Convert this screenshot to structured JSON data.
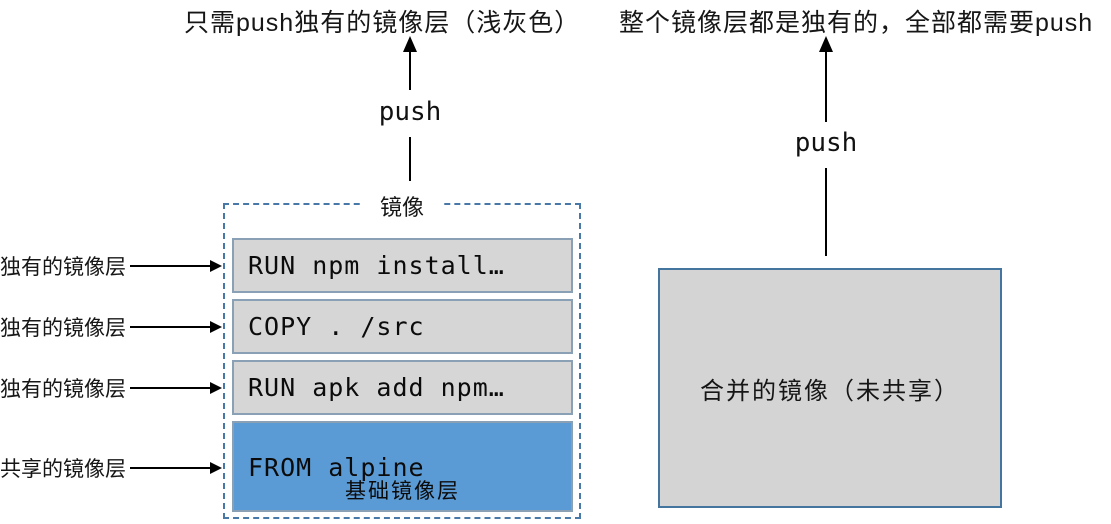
{
  "captions": {
    "left": "只需push独有的镜像层（浅灰色）",
    "right": "整个镜像层都是独有的，全部都需要push"
  },
  "push": {
    "left_label": "push",
    "right_label": "push"
  },
  "image_box": {
    "title": "镜像",
    "layers": [
      {
        "code": "RUN npm install…",
        "type": "unique"
      },
      {
        "code": "COPY . /src",
        "type": "unique"
      },
      {
        "code": "RUN apk add npm…",
        "type": "unique"
      },
      {
        "code": "FROM alpine",
        "sub_label": "基础镜像层",
        "type": "shared"
      }
    ]
  },
  "left_labels": [
    {
      "text": "独有的镜像层"
    },
    {
      "text": "独有的镜像层"
    },
    {
      "text": "独有的镜像层"
    },
    {
      "text": "共享的镜像层"
    }
  ],
  "merged_box": {
    "label": "合并的镜像（未共享）"
  },
  "colors": {
    "shared_layer_blue": "#5b9bd5",
    "unique_layer_gray": "#d6d6d6",
    "layer_border": "#8aa0b4",
    "dashed_border": "#4878a8",
    "merged_fill": "#d4d4d4",
    "merged_border": "#44759e",
    "arrow_black": "#000000"
  }
}
